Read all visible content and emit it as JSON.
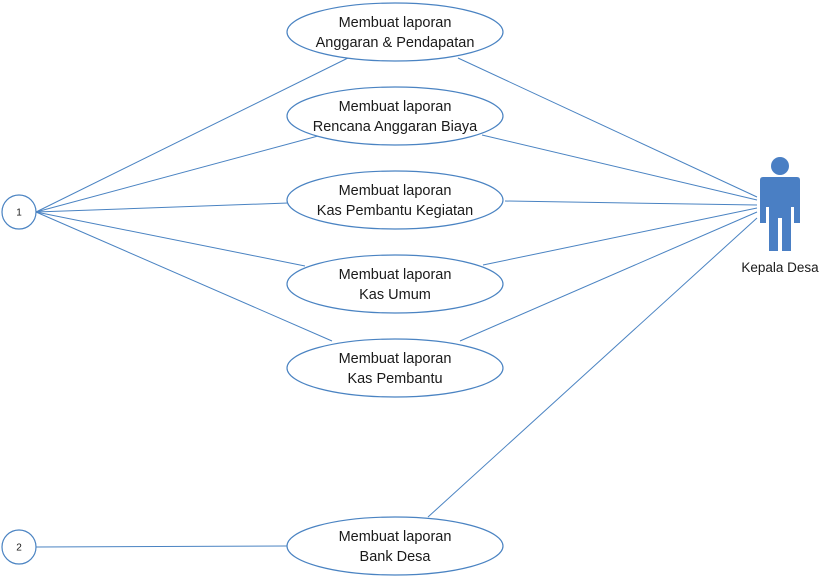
{
  "connectors": [
    {
      "id": "c1",
      "label": "1"
    },
    {
      "id": "c2",
      "label": "2"
    }
  ],
  "use_cases": [
    {
      "id": "uc1",
      "line1": "Membuat laporan",
      "line2": "Anggaran & Pendapatan"
    },
    {
      "id": "uc2",
      "line1": "Membuat laporan",
      "line2": "Rencana Anggaran Biaya"
    },
    {
      "id": "uc3",
      "line1": "Membuat laporan",
      "line2": "Kas Pembantu Kegiatan"
    },
    {
      "id": "uc4",
      "line1": "Membuat laporan",
      "line2": "Kas Umum"
    },
    {
      "id": "uc5",
      "line1": "Membuat laporan",
      "line2": "Kas Pembantu"
    },
    {
      "id": "uc6",
      "line1": "Membuat laporan",
      "line2": "Bank Desa"
    }
  ],
  "actor": {
    "name": "Kepala Desa",
    "color": "#4a7fc4"
  },
  "links": [
    {
      "from": "c1",
      "to": "uc1"
    },
    {
      "from": "c1",
      "to": "uc2"
    },
    {
      "from": "c1",
      "to": "uc3"
    },
    {
      "from": "c1",
      "to": "uc4"
    },
    {
      "from": "c1",
      "to": "uc5"
    },
    {
      "from": "c2",
      "to": "uc6"
    },
    {
      "from": "uc1",
      "to": "actor"
    },
    {
      "from": "uc2",
      "to": "actor"
    },
    {
      "from": "uc3",
      "to": "actor"
    },
    {
      "from": "uc4",
      "to": "actor"
    },
    {
      "from": "uc5",
      "to": "actor"
    },
    {
      "from": "uc6",
      "to": "actor"
    }
  ],
  "line_color": "#4a83c2"
}
